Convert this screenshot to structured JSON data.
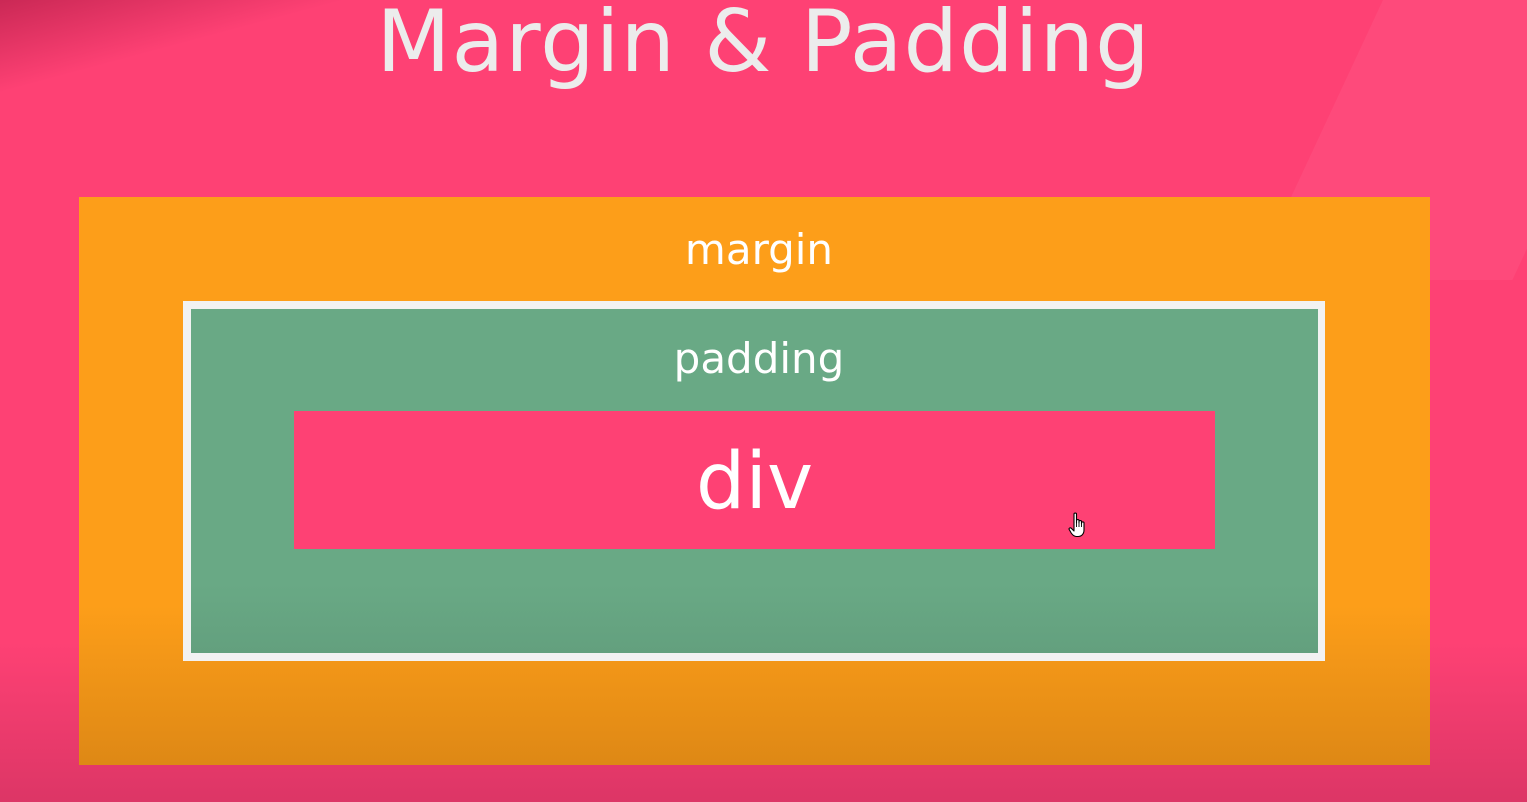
{
  "slide": {
    "title": "Margin & Padding"
  },
  "box_model": {
    "margin_label": "margin",
    "padding_label": "padding",
    "content_label": "div"
  },
  "colors": {
    "background": "#fe4174",
    "margin": "#fd9e19",
    "border": "#f2f2f2",
    "padding": "#69a985",
    "content": "#fe4174",
    "text": "#ffffff"
  },
  "icons": {
    "cursor": "hand-pointer-icon"
  }
}
